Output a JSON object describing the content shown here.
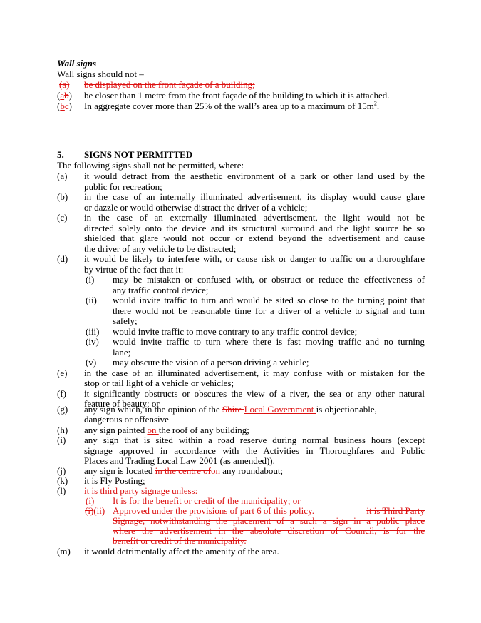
{
  "wall": {
    "heading": "Wall signs",
    "intro": "Wall signs should not –",
    "a_num": "(a)",
    "a_text": "be displayed on the front façade of a building;",
    "b_open": "(",
    "b_ins": "a",
    "b_del": "b",
    "b_close": ")",
    "b_text": "be closer than 1 metre from the front façade of the building to which it is attached.",
    "c_open": "(",
    "c_ins": "b",
    "c_del": "c",
    "c_close": ")",
    "c_text_a": "In aggregate cover more than 25% of the wall’s area up to a maximum of 15m",
    "c_sup": "2",
    "c_text_b": "."
  },
  "section5": {
    "number": "5.",
    "title": "SIGNS NOT PERMITTED",
    "intro": "The following signs shall not be permitted, where:",
    "a_num": "(a)",
    "a_l1": "it would detract from the aesthetic environment of a park or other land used by the",
    "a_l2": "public for recreation;",
    "b_num": "(b)",
    "b_l1": "in the case of an internally illuminated advertisement, its display would cause glare",
    "b_l2": "or dazzle or would otherwise distract the driver of a vehicle;",
    "c_num": "(c)",
    "c_l1": "in the case of an externally illuminated advertisement, the light would not be",
    "c_l2": "directed solely onto the device and its structural surround and the light source be so",
    "c_l3": "shielded that glare would not occur or extend beyond the advertisement and cause",
    "c_l4": "the driver of any vehicle to be distracted;",
    "d_num": "(d)",
    "d_l1": "it would be likely to interfere with, or cause risk or danger to traffic on a thoroughfare",
    "d_l2": "by virtue of the fact that it:",
    "di_num": "(i)",
    "di_l1": "may be mistaken or confused with, or obstruct or reduce the effectiveness of",
    "di_l2": "any traffic control device;",
    "dii_num": "(ii)",
    "dii_l1": "would invite traffic to turn and would be sited so close to the turning point that",
    "dii_l2": "there would not be reasonable time for a driver of a vehicle to signal and turn",
    "dii_l3": "safely;",
    "diii_num": "(iii)",
    "diii_l1": "would invite traffic to move contrary to any traffic control device;",
    "div_num": "(iv)",
    "div_l1": "would invite traffic to turn where there is fast moving traffic and no turning",
    "div_l2": "lane;",
    "dv_num": "(v)",
    "dv_l1": "may obscure the vision of a person driving a vehicle;",
    "e_num": "(e)",
    "e_l1": "in the case of an illuminated advertisement, it may confuse with or mistaken for the",
    "e_l2": "stop or tail light of a vehicle or vehicles;",
    "f_num": "(f)",
    "f_l1": "it significantly obstructs or obscures the view of a river, the sea or any other natural",
    "f_l2": "feature of beauty; or",
    "g_num": "(g)",
    "g_pre": "any sign which, in the opinion of the ",
    "g_del": "Shire ",
    "g_ins": "Local Government ",
    "g_post": "is objectionable,",
    "g_l2": "dangerous or offensive",
    "h_num": "(h)",
    "h_pre": "any sign painted ",
    "h_ins": "on ",
    "h_post": "the roof of any building;",
    "i_num": "(i)",
    "i_l1": "any sign that is sited within a road reserve during normal business hours (except",
    "i_l2": "signage approved in accordance with the Activities in Thoroughfares and Public",
    "i_l3": "Places and Trading Local Law 2001 (as amended)).",
    "j_num": "(j)",
    "j_pre": "any sign is located ",
    "j_del": "in the centre of",
    "j_ins": "on",
    "j_post": " any roundabout;",
    "k_num": "(k)",
    "k_text": "it is Fly Posting;",
    "l_num": "(l)",
    "l_text": "it is third party signage unless:",
    "l1_num": "(i)",
    "l1_text": "It is for the benefit or credit of the municipality; or",
    "l2_del_num": "(i)",
    "l2_num": "(ii)",
    "l2_ins": "Approved under the provisions of part 6 of this policy.",
    "l2_del_l1": "it is Third Party",
    "l2_del_l2": "Signage, notwithstanding the placement of a such a sign in a public place",
    "l2_del_l3": "where the advertisement in the absolute discretion of Council, is for the",
    "l2_del_l4": "benefit or credit of the municipality.",
    "m_num": "(m)",
    "m_text": "it would detrimentally affect the amenity of the area."
  }
}
